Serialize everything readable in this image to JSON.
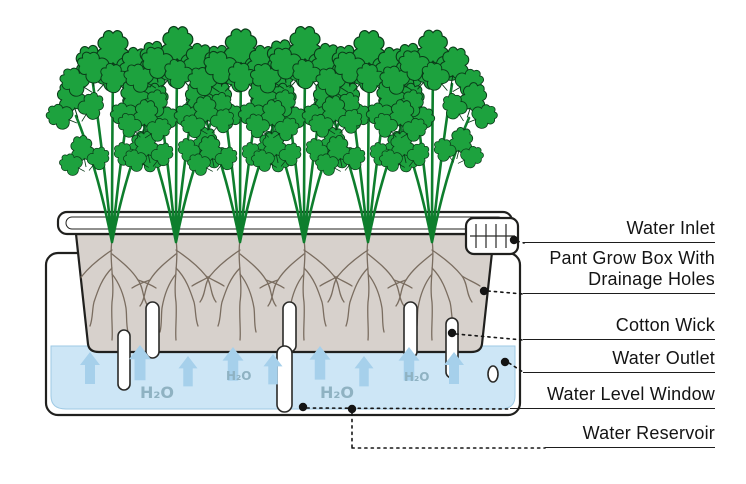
{
  "figure": {
    "name": "Self-watering plant grow box cross-section diagram"
  },
  "callouts": {
    "water_inlet": "Water Inlet",
    "grow_box_line1": "Pant Grow Box With",
    "grow_box_line2": "Drainage Holes",
    "cotton_wick": "Cotton Wick",
    "water_outlet": "Water Outlet",
    "water_level_window": "Water Level Window",
    "water_reservoir": "Water Reservoir"
  },
  "water_marks": {
    "h2o_1": "H₂O",
    "h2o_2": "H₂O",
    "h2o_3": "H₂O",
    "h2o_4": "H₂O"
  },
  "colors": {
    "leaf_green": "#1da23e",
    "stem_green": "#0e7e2d",
    "soil_gray": "#d7d1cc",
    "water_blue": "#cde6f6",
    "arrow_blue": "#a6d0eb",
    "line_black": "#1d1d1d"
  }
}
